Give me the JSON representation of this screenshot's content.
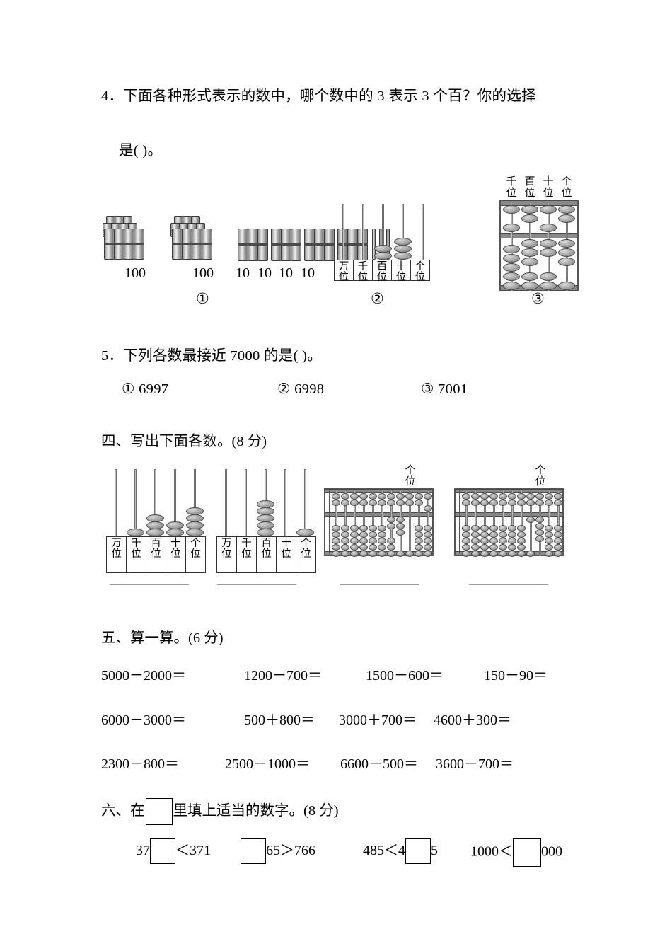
{
  "questions": {
    "q4": {
      "line1": "4．下面各种形式表示的数中，哪个数中的 3 表示 3 个百？你的选择",
      "line2": "是(      )。",
      "figure1": {
        "label_circled": "①",
        "bundle_labels": [
          "100",
          "100",
          "10",
          "10",
          "10",
          "10"
        ],
        "singles_count": 3,
        "value": 243
      },
      "figure2": {
        "label_circled": "②",
        "place_labels": [
          "万位",
          "千位",
          "百位",
          "十位",
          "个位"
        ],
        "beads": [
          0,
          0,
          2,
          3,
          0
        ]
      },
      "figure3": {
        "label_circled": "③",
        "place_labels": [
          "千位",
          "百位",
          "十位",
          "个位"
        ],
        "upper_beads": [
          1,
          2,
          1,
          2
        ],
        "lower_beads": [
          5,
          5,
          4,
          5
        ]
      }
    },
    "q5": {
      "text": "5．下列各数最接近 7000 的是(      )。",
      "options": [
        "① 6997",
        "② 6998",
        "③ 7001"
      ]
    }
  },
  "sections": {
    "four": {
      "heading": "四、写出下面各数。(8 分)",
      "charts": [
        {
          "type": "rod-chart",
          "place_labels": [
            "万位",
            "千位",
            "百位",
            "十位",
            "个位"
          ],
          "beads": [
            0,
            1,
            3,
            2,
            4
          ],
          "value": 1324
        },
        {
          "type": "rod-chart",
          "place_labels": [
            "万位",
            "千位",
            "百位",
            "十位",
            "个位"
          ],
          "beads": [
            0,
            0,
            5,
            0,
            1
          ],
          "value": 501
        },
        {
          "type": "suanpan",
          "ones_label": "个位",
          "columns": 11,
          "upper_beads": [
            2,
            2,
            2,
            2,
            2,
            2,
            2,
            2,
            2,
            2,
            1
          ],
          "lower_beads": [
            5,
            5,
            5,
            5,
            5,
            5,
            3,
            2,
            0,
            5,
            5
          ]
        },
        {
          "type": "suanpan",
          "ones_label": "个位",
          "columns": 11,
          "upper_beads": [
            2,
            2,
            2,
            2,
            2,
            2,
            2,
            2,
            2,
            2,
            2
          ],
          "lower_beads": [
            5,
            5,
            5,
            5,
            5,
            5,
            5,
            1,
            4,
            5,
            5
          ]
        }
      ],
      "answer_lines": 4
    },
    "five": {
      "heading": "五、算一算。(6 分)",
      "rows": [
        [
          "5000－2000＝",
          "1200－700＝",
          "1500－600＝",
          "150－90＝"
        ],
        [
          "6000－3000＝",
          "500＋800＝",
          "3000＋700＝",
          "4600＋300＝"
        ],
        [
          "2300－800＝",
          "2500－1000＝",
          "6600－500＝",
          "3600－700＝"
        ]
      ]
    },
    "six": {
      "heading_before": "六、在",
      "heading_after": "里填上适当的数字。(8 分)",
      "items": [
        {
          "before": "37",
          "after": "＜371"
        },
        {
          "before": "",
          "after": "65＞766"
        },
        {
          "before": "485＜4",
          "after": "5"
        },
        {
          "before": "1000＜",
          "after": "000"
        }
      ]
    }
  }
}
